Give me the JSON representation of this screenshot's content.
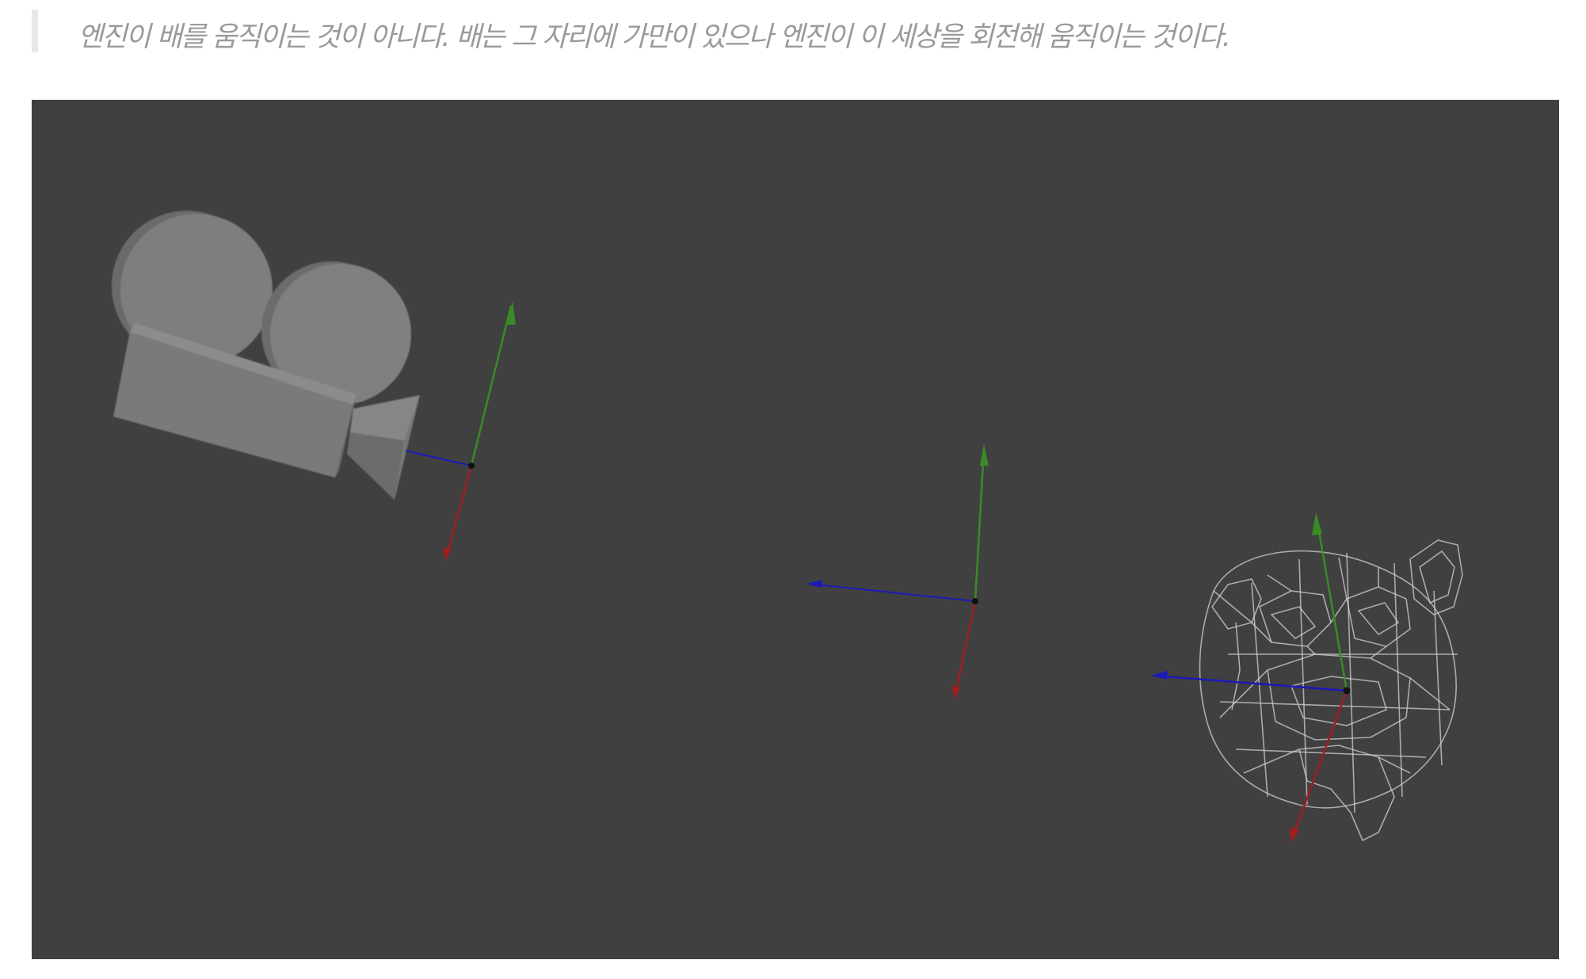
{
  "quote": {
    "text": "엔진이 배를 움직이는 것이 아니다. 배는 그 자리에 가만이 있으나 엔진이 이 세상을 회전해 움직이는 것이다."
  },
  "scene": {
    "background_color": "#404040",
    "axis_colors": {
      "x": "#a01e1e",
      "y": "#3a8a26",
      "z": "#1a1ab8"
    },
    "objects": [
      {
        "name": "camera",
        "icon": "movie-camera-icon"
      },
      {
        "name": "world-origin",
        "icon": "axes-gizmo-icon"
      },
      {
        "name": "monkey-mesh",
        "icon": "wireframe-mesh-icon"
      }
    ]
  }
}
